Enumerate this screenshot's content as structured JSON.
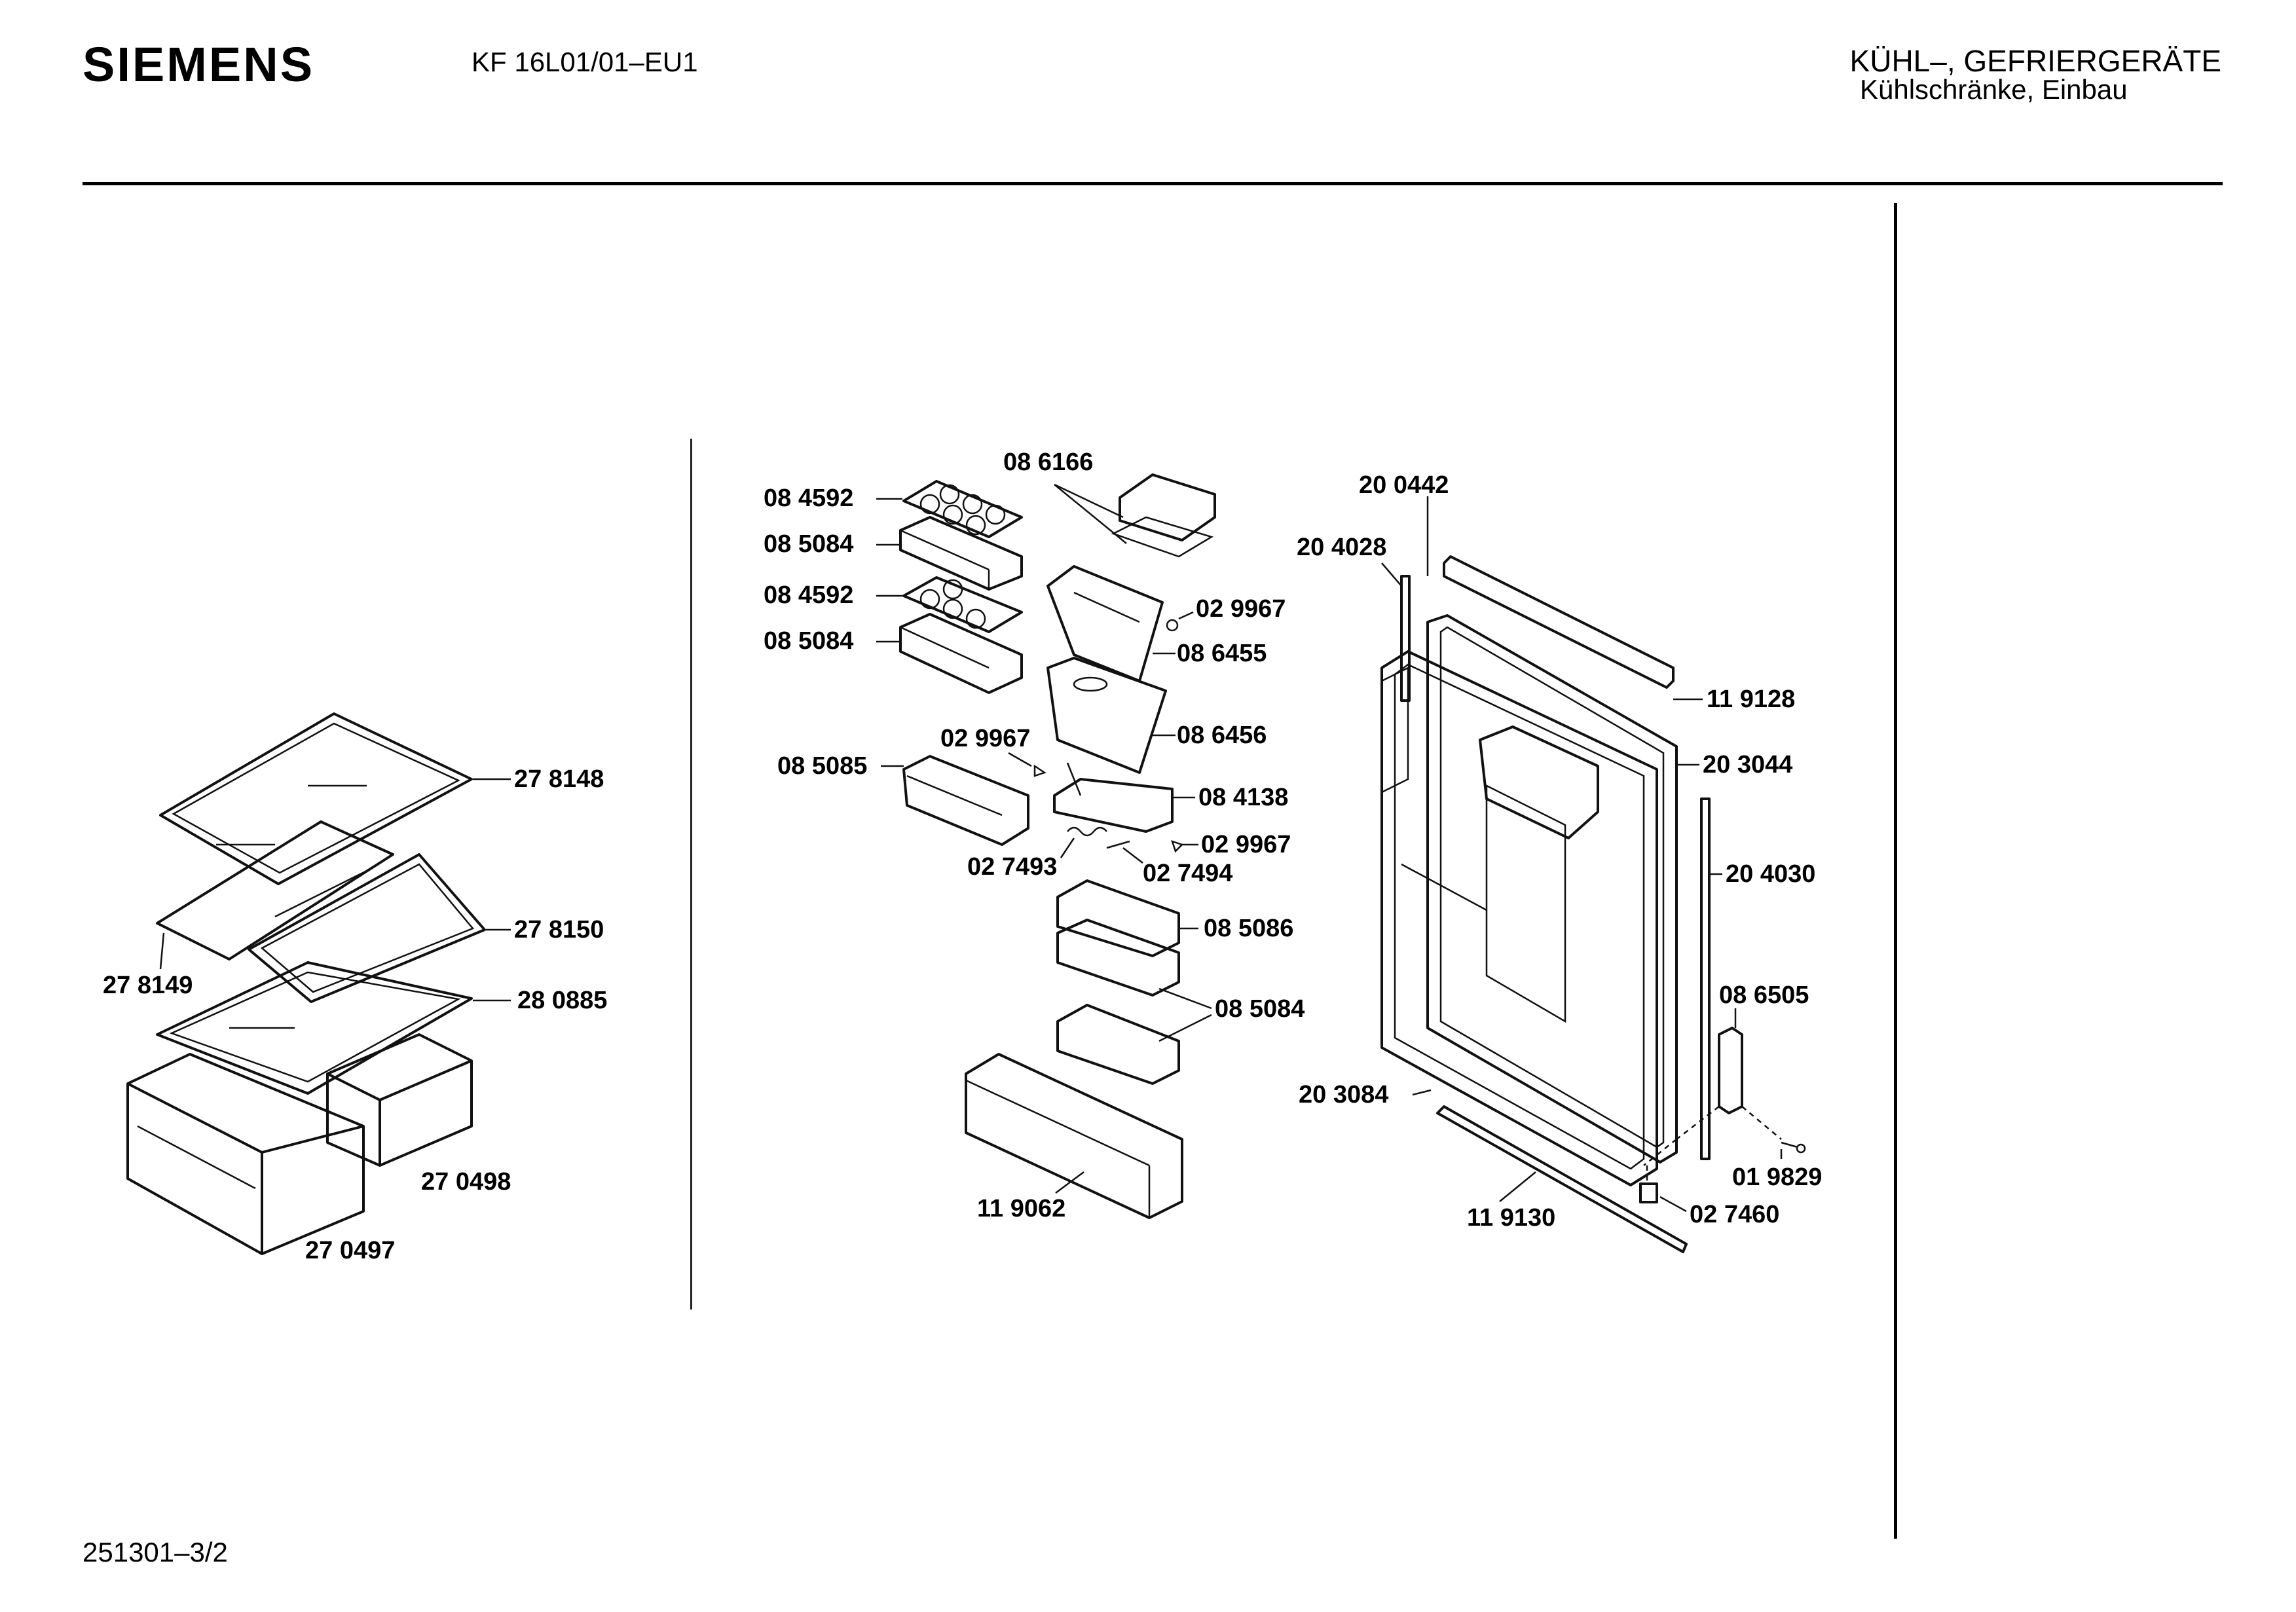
{
  "header": {
    "brand": "SIEMENS",
    "model": "KF 16L01/01–EU1",
    "category": "KÜHL–, GEFRIERGERÄTE",
    "subcategory": "Kühlschränke, Einbau"
  },
  "footer": {
    "doc_ref": "251301–3/2"
  },
  "part_numbers": {
    "shelf_top": "27 8148",
    "shelf_front_strip": "27 8150",
    "shelf_frame_left": "27 8149",
    "shelf_cover": "28 0885",
    "drawer_small": "27 0498",
    "drawer_large": "27 0497",
    "egg_tray_a": "08 4592",
    "egg_box_a": "08 5084",
    "egg_tray_b": "08 4592",
    "egg_box_b": "08 5084",
    "butter_lid": "08 6166",
    "butter_pin": "02 9967",
    "butter_housing": "08 6455",
    "dairy_flap": "08 6456",
    "shelf_hinge_pin_left": "02 9967",
    "door_box_left": "08 5085",
    "door_box_holder": "08 4138",
    "hinge_pin_right": "02 9967",
    "spring": "02 7493",
    "pin": "02 7494",
    "door_shelf_mid": "08 5086",
    "door_shelf_lower": "08 5084",
    "bottle_shelf": "11 9062",
    "gasket_top": "20 0442",
    "strip_left": "20 4028",
    "cover_top": "11 9128",
    "door_gasket": "20 3044",
    "strip_right": "20 4030",
    "hinge": "08 6505",
    "door_inner": "20 3084",
    "screw": "01 9829",
    "cover_bottom": "11 9130",
    "cap": "02 7460"
  }
}
